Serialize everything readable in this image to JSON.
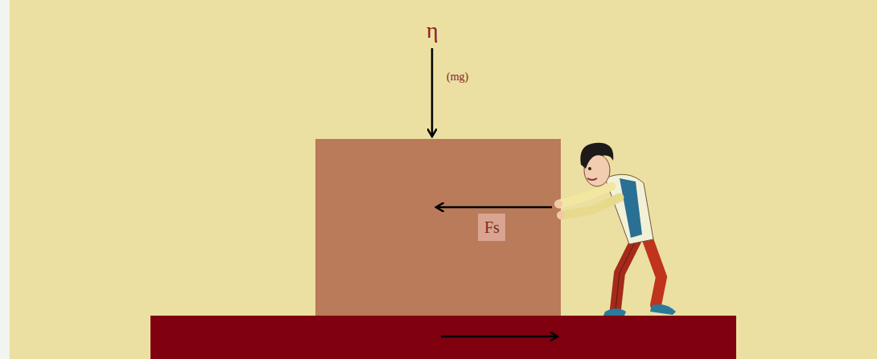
{
  "diagram": {
    "labels": [
      "η",
      "(mg)",
      "Fs"
    ]
  }
}
